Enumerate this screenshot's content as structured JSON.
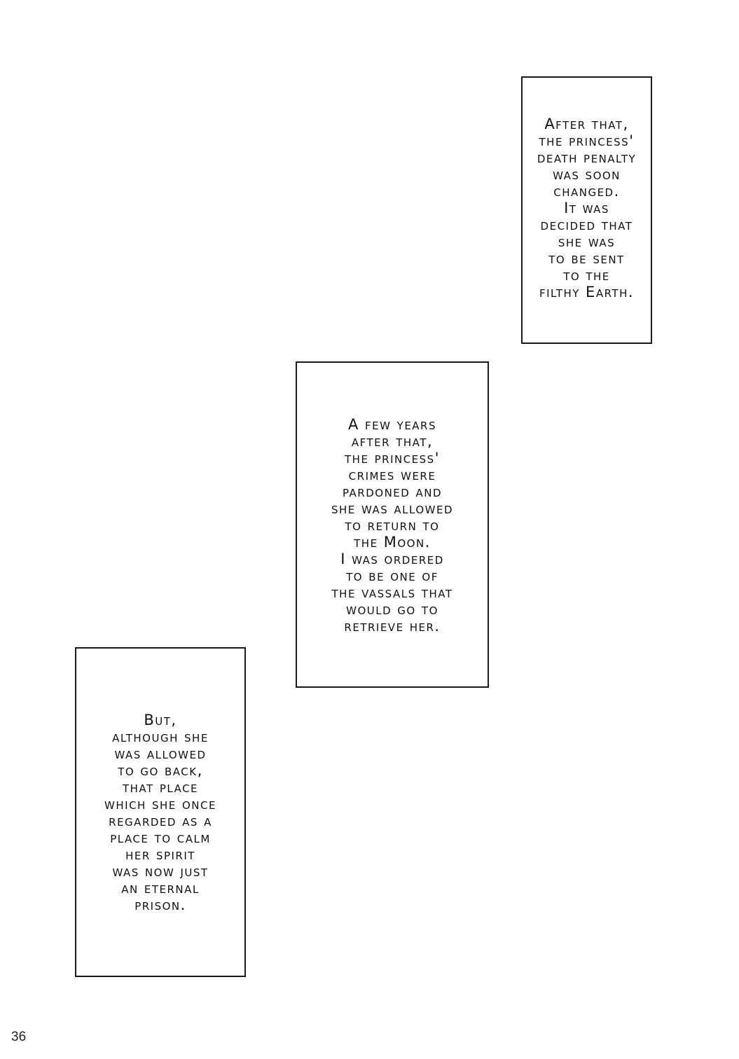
{
  "panels": [
    {
      "lines": [
        "After that,",
        "the princess'",
        "death penalty",
        "was soon",
        "changed.",
        "It was",
        "decided that",
        "she was",
        "to be sent",
        "to the",
        "filthy Earth."
      ]
    },
    {
      "lines": [
        "A few years",
        "after that,",
        "the princess'",
        "crimes were",
        "pardoned and",
        "she was allowed",
        "to return to",
        "the Moon.",
        "I was ordered",
        "to be one of",
        "the vassals that",
        "would go to",
        "retrieve her."
      ]
    },
    {
      "lines": [
        "But,",
        "although she",
        "was allowed",
        "to go back,",
        "that place",
        "which she once",
        "regarded as a",
        "place to calm",
        "her spirit",
        "was now just",
        "an eternal",
        "prison."
      ]
    }
  ],
  "page_number": "36"
}
